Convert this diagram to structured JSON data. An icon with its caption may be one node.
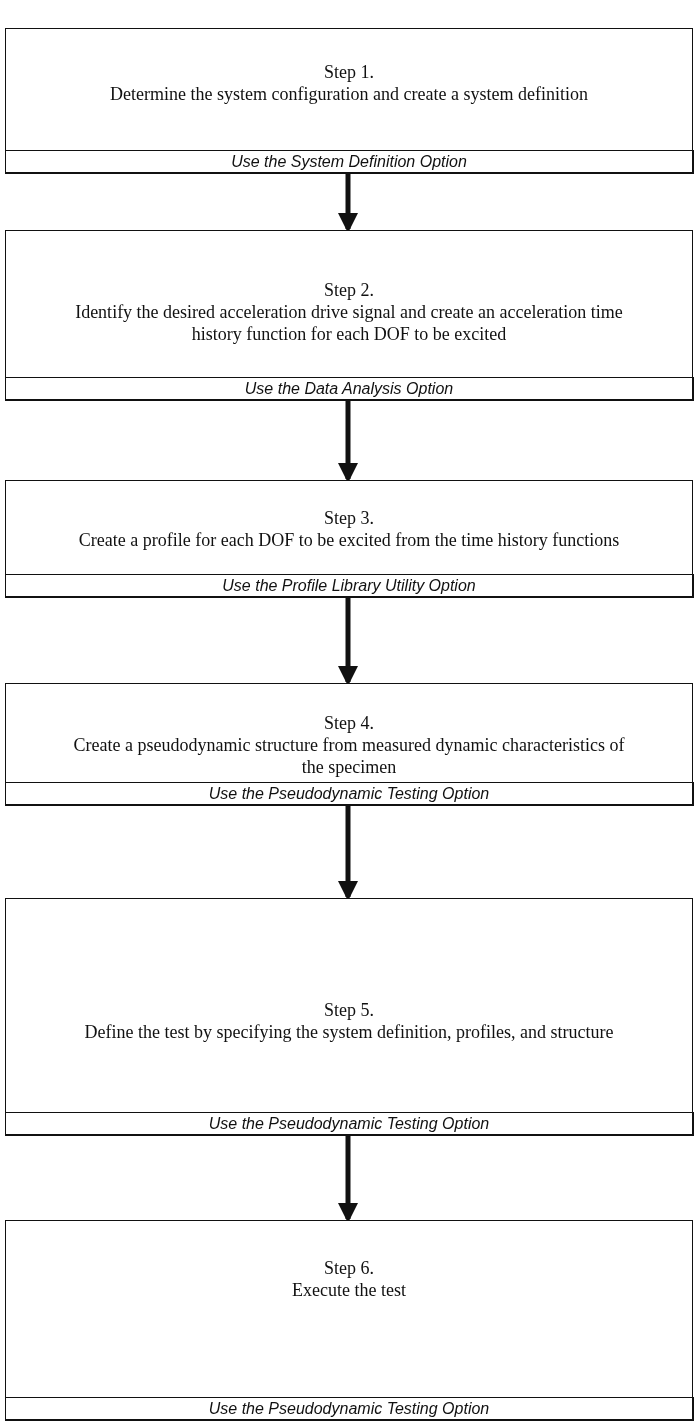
{
  "diagram": {
    "nodes": [
      {
        "text": [
          "Step 1.",
          "Determine the system configuration and create a system definition"
        ]
      },
      {
        "text": [
          "Use the System Definition Option"
        ],
        "in": 0
      },
      {
        "text": [
          "Step 2.",
          "Identify the desired acceleration drive signal and create an acceleration time history function for each DOF to be excited"
        ]
      },
      {
        "text": [
          "Use the Data Analysis Option"
        ],
        "in": 2
      },
      {
        "text": [
          "Step 3.",
          "Create a profile for each DOF to be excited from the time history functions"
        ]
      },
      {
        "text": [
          "Use the Profile Library Utility Option"
        ],
        "in": 4
      },
      {
        "text": [
          "Step 4.",
          "Create a pseudodynamic structure from measured dynamic characteristics of the specimen"
        ]
      },
      {
        "text": [
          "Use the Pseudodynamic Testing Option"
        ],
        "in": 6
      },
      {
        "text": [
          "Step 5.",
          "Define the test by specifying the system definition, profiles, and structure"
        ]
      },
      {
        "text": [
          "Use the Pseudodynamic Testing Option"
        ],
        "in": 8
      },
      {
        "text": [
          "Step 6.",
          "Execute the test"
        ]
      },
      {
        "text": [
          "Use the Pseudodynamic Testing Option"
        ],
        "in": 10
      }
    ],
    "edges": [
      {
        "from": 0,
        "to": 2,
        "arrow": "to"
      },
      {
        "from": 2,
        "to": 4,
        "arrow": "to"
      },
      {
        "from": 4,
        "to": 6,
        "arrow": "to"
      },
      {
        "from": 6,
        "to": 8,
        "arrow": "to"
      },
      {
        "from": 8,
        "to": 10,
        "arrow": "to"
      }
    ]
  }
}
